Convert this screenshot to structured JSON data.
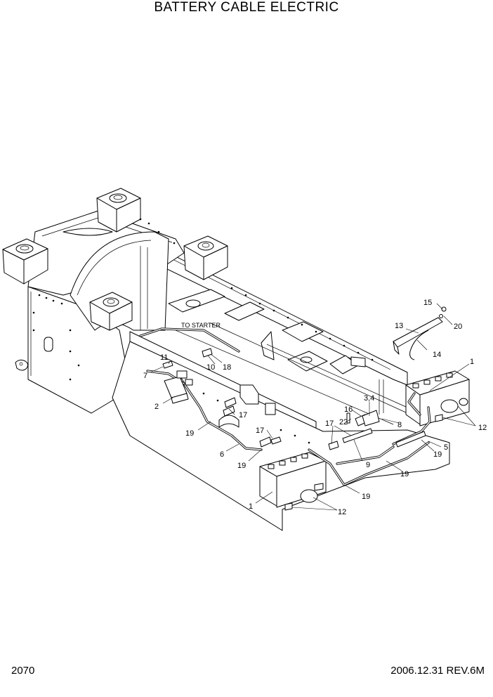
{
  "header": {
    "title": "BATTERY CABLE ELECTRIC"
  },
  "footer": {
    "page_number": "2070",
    "revision": "2006.12.31  REV.6M"
  },
  "diagram": {
    "note": "TO STARTER",
    "callouts": [
      {
        "id": "c1a",
        "text": "1"
      },
      {
        "id": "c1b",
        "text": "1"
      },
      {
        "id": "c2",
        "text": "2"
      },
      {
        "id": "c34",
        "text": "3,4"
      },
      {
        "id": "c5",
        "text": "5"
      },
      {
        "id": "c6",
        "text": "6"
      },
      {
        "id": "c7",
        "text": "7"
      },
      {
        "id": "c8",
        "text": "8"
      },
      {
        "id": "c9",
        "text": "9"
      },
      {
        "id": "c10",
        "text": "10"
      },
      {
        "id": "c11",
        "text": "11"
      },
      {
        "id": "c12a",
        "text": "12"
      },
      {
        "id": "c12b",
        "text": "12"
      },
      {
        "id": "c13",
        "text": "13"
      },
      {
        "id": "c14",
        "text": "14"
      },
      {
        "id": "c15",
        "text": "15"
      },
      {
        "id": "c16",
        "text": "16"
      },
      {
        "id": "c17a",
        "text": "17"
      },
      {
        "id": "c17b",
        "text": "17"
      },
      {
        "id": "c17c",
        "text": "17"
      },
      {
        "id": "c18",
        "text": "18"
      },
      {
        "id": "c19a",
        "text": "19"
      },
      {
        "id": "c19b",
        "text": "19"
      },
      {
        "id": "c19c",
        "text": "19"
      },
      {
        "id": "c19d",
        "text": "19"
      },
      {
        "id": "c19e",
        "text": "19"
      },
      {
        "id": "c20",
        "text": "20"
      },
      {
        "id": "c22",
        "text": "22"
      }
    ]
  }
}
